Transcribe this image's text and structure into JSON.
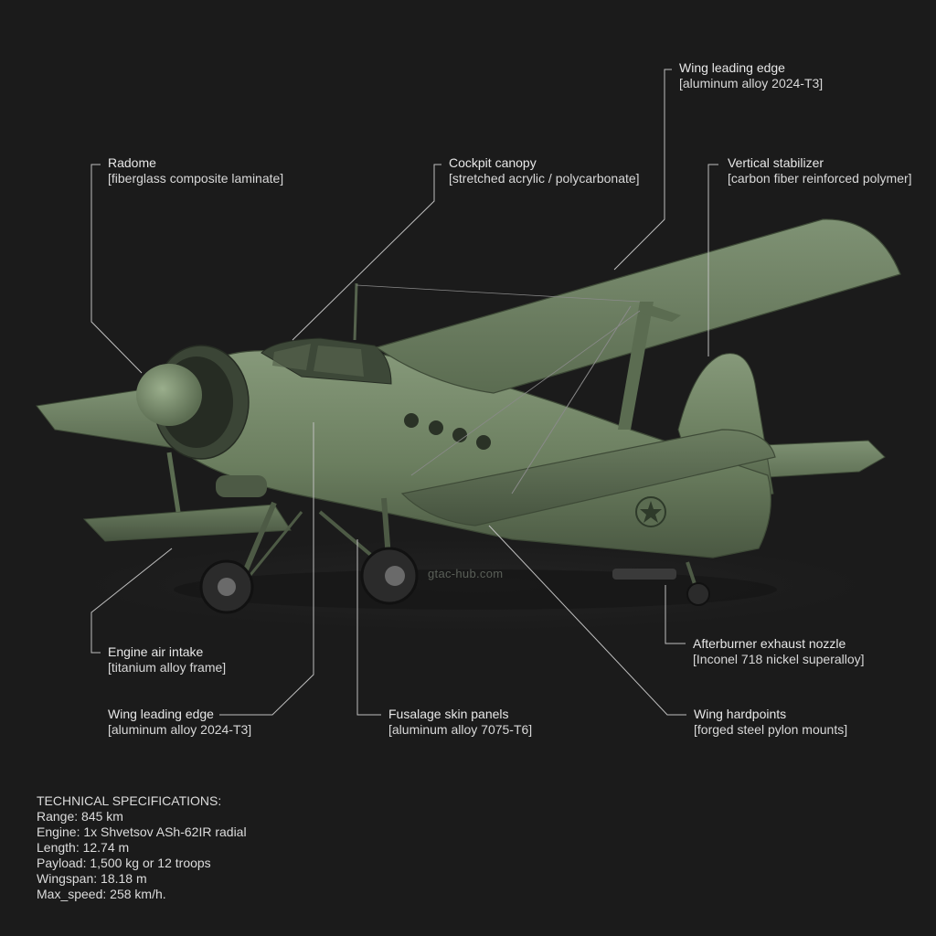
{
  "labels": {
    "radome": {
      "name": "Radome",
      "material": "[fiberglass composite laminate]"
    },
    "canopy": {
      "name": "Cockpit canopy",
      "material": "[stretched acrylic / polycarbonate]"
    },
    "wing_top": {
      "name": "Wing leading edge",
      "material": "[aluminum alloy 2024-T3]"
    },
    "stabilizer": {
      "name": "Vertical stabilizer",
      "material": "[carbon fiber reinforced polymer]"
    },
    "intake": {
      "name": "Engine air intake",
      "material": "[titanium alloy frame]"
    },
    "wing_bottom": {
      "name": "Wing leading edge",
      "material": "[aluminum alloy 2024-T3]"
    },
    "fuselage": {
      "name": "Fusalage skin panels",
      "material": "[aluminum alloy 7075-T6]"
    },
    "hardpoints": {
      "name": "Wing hardpoints",
      "material": "[forged steel pylon mounts]"
    },
    "nozzle": {
      "name": "Afterburner exhaust nozzle",
      "material": "[Inconel 718 nickel superalloy]"
    }
  },
  "specs": {
    "heading": "TECHNICAL SPECIFICATIONS:",
    "range": "Range: 845 km",
    "engine": "Engine: 1x Shvetsov ASh-62IR radial",
    "length": "Length: 12.74 m",
    "payload": "Payload: 1,500 kg or 12 troops",
    "wingspan": "Wingspan: 18.18 m",
    "max_speed": "Max_speed: 258 km/h."
  },
  "watermark": "gtac-hub.com",
  "colors": {
    "background": "#1b1b1b",
    "airframe": "#6f8262",
    "leader_line": "#bfbfbf"
  }
}
